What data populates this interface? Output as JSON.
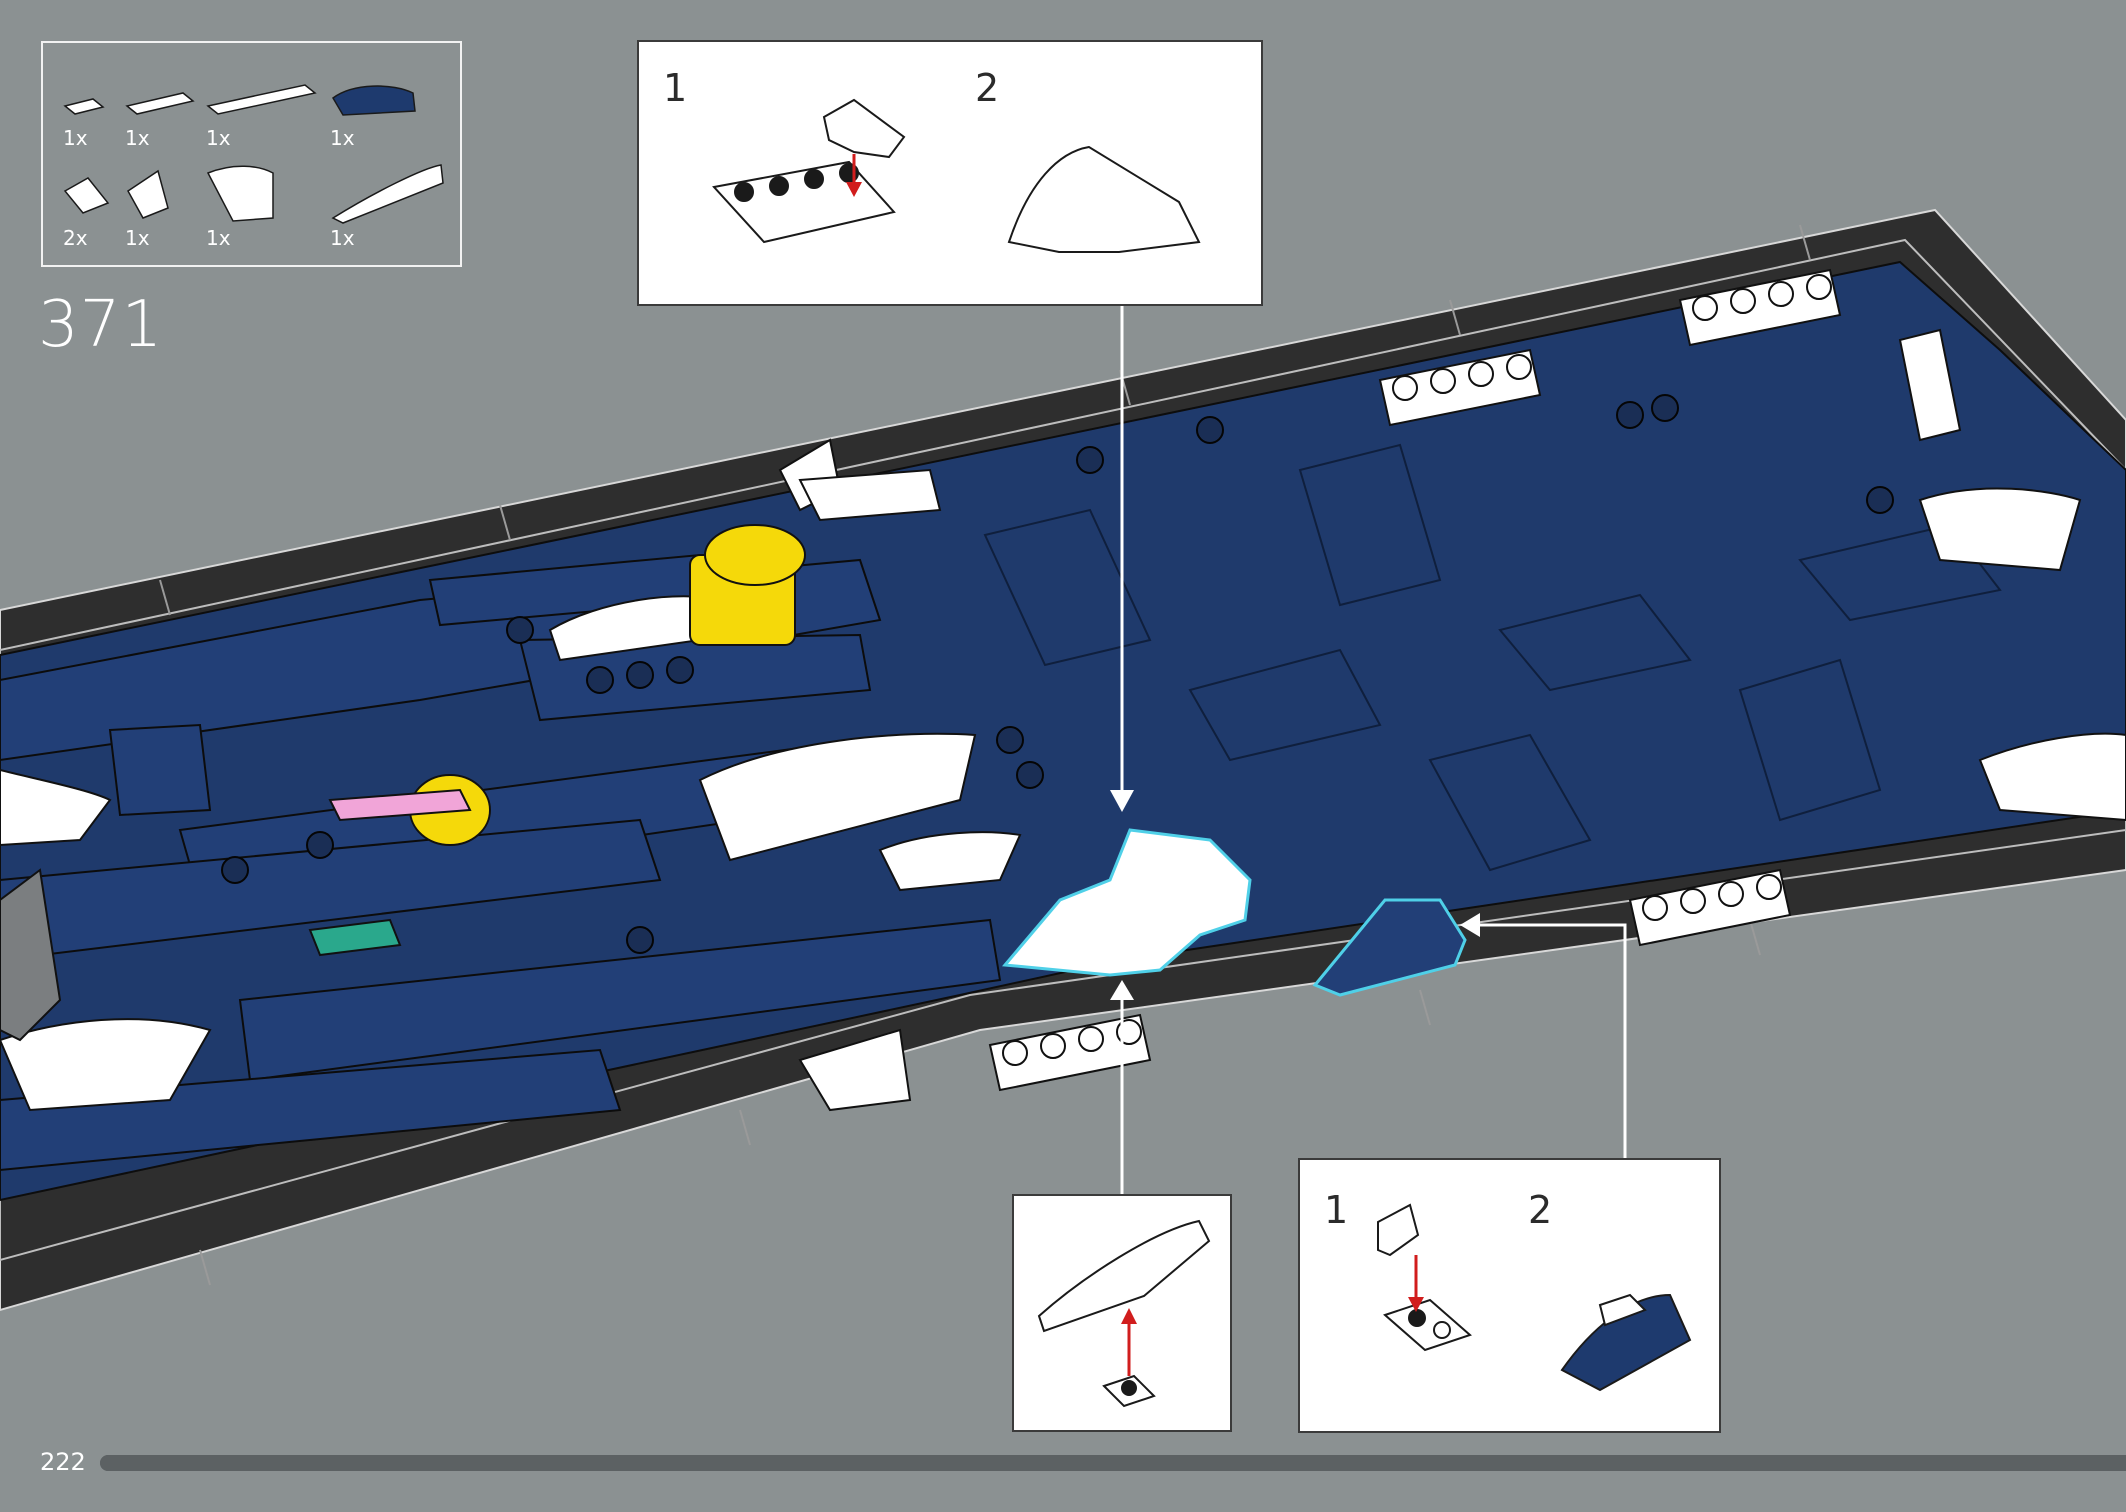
{
  "parts_list": {
    "items": [
      {
        "qty": "1x",
        "part": "plate-1x1-white"
      },
      {
        "qty": "1x",
        "part": "plate-1x2-white"
      },
      {
        "qty": "1x",
        "part": "plate-1x4-white"
      },
      {
        "qty": "1x",
        "part": "slope-curved-dark-blue"
      },
      {
        "qty": "2x",
        "part": "wedge-small-white"
      },
      {
        "qty": "1x",
        "part": "wedge-tall-white"
      },
      {
        "qty": "1x",
        "part": "slope-curved-2x2-white"
      },
      {
        "qty": "1x",
        "part": "slope-curved-long-white"
      }
    ]
  },
  "step": {
    "number": "371"
  },
  "callouts": {
    "top": {
      "step1": "1",
      "step2": "2"
    },
    "bottom_right": {
      "step1": "1",
      "step2": "2"
    }
  },
  "footer": {
    "page_number": "222",
    "progress": 0.97
  },
  "colors": {
    "background": "#8b9192",
    "base_black": "#2e2e2e",
    "dark_blue": "#1e3a6e",
    "white_brick": "#ffffff",
    "yellow": "#f5d90a",
    "highlight": "#4fd0e8",
    "arrow_red": "#d11d1d"
  }
}
